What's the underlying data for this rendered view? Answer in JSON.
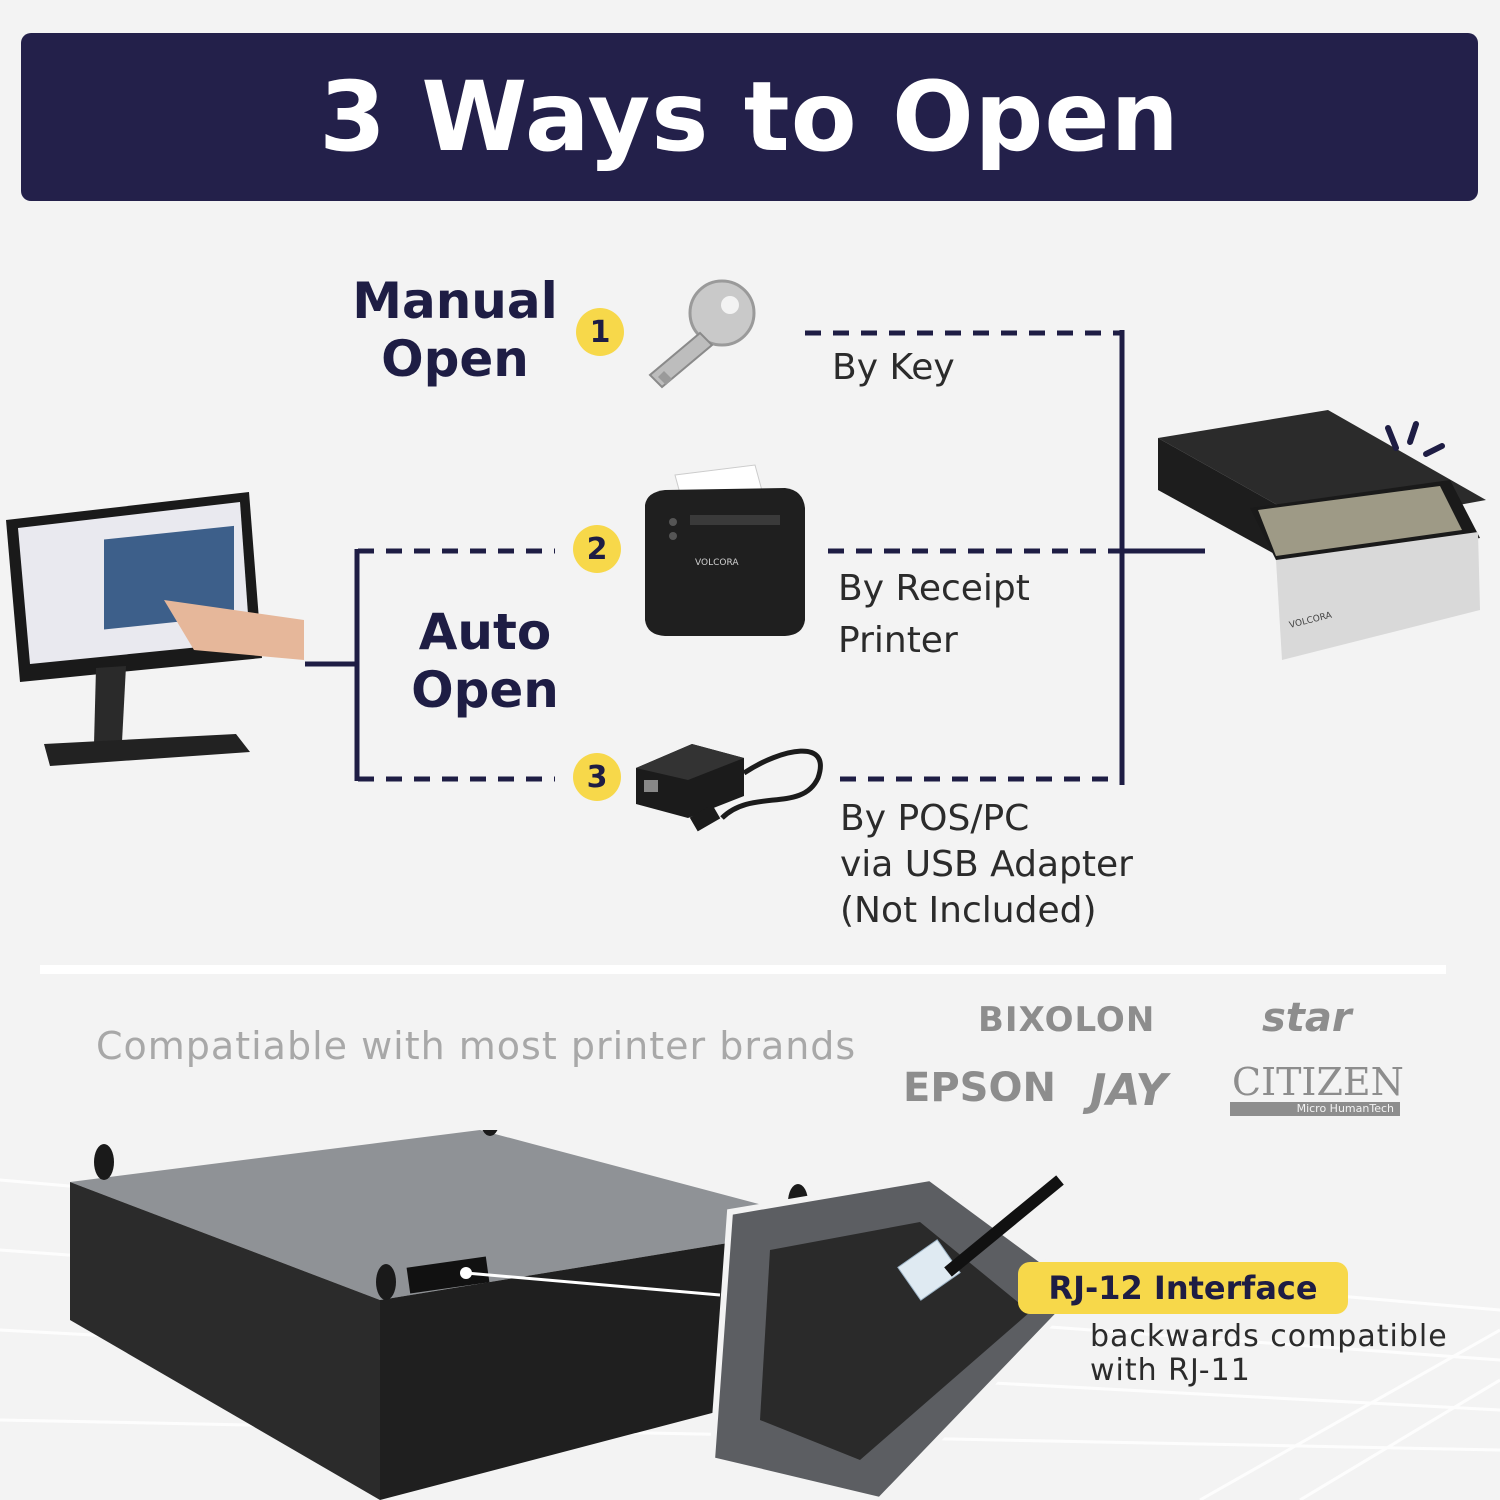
{
  "header": {
    "title": "3 Ways to Open"
  },
  "methods": {
    "manual": {
      "label_line1": "Manual",
      "label_line2": "Open"
    },
    "auto": {
      "label_line1": "Auto",
      "label_line2": "Open"
    }
  },
  "steps": [
    {
      "number": "1",
      "icon": "key-icon",
      "description_line1": "By Key"
    },
    {
      "number": "2",
      "icon": "receipt-printer-icon",
      "description_line1": "By Receipt",
      "description_line2": "Printer"
    },
    {
      "number": "3",
      "icon": "usb-adapter-icon",
      "description_line1": "By POS/PC",
      "description_line2": "via USB Adapter",
      "description_line3": "(Not Included)"
    }
  ],
  "compatibility": {
    "text": "Compatiable with most printer brands",
    "brands": [
      "BIXOLON",
      "star",
      "EPSON",
      "JAY",
      "CITIZEN",
      "Micro HumanTech"
    ]
  },
  "interface": {
    "label": "RJ-12 Interface",
    "note_line1": "backwards compatible",
    "note_line2": "with RJ-11"
  },
  "product_brand": "VOLCORA",
  "colors": {
    "navy": "#23204a",
    "accent_yellow": "#f7d84a",
    "background": "#f3f3f3"
  }
}
